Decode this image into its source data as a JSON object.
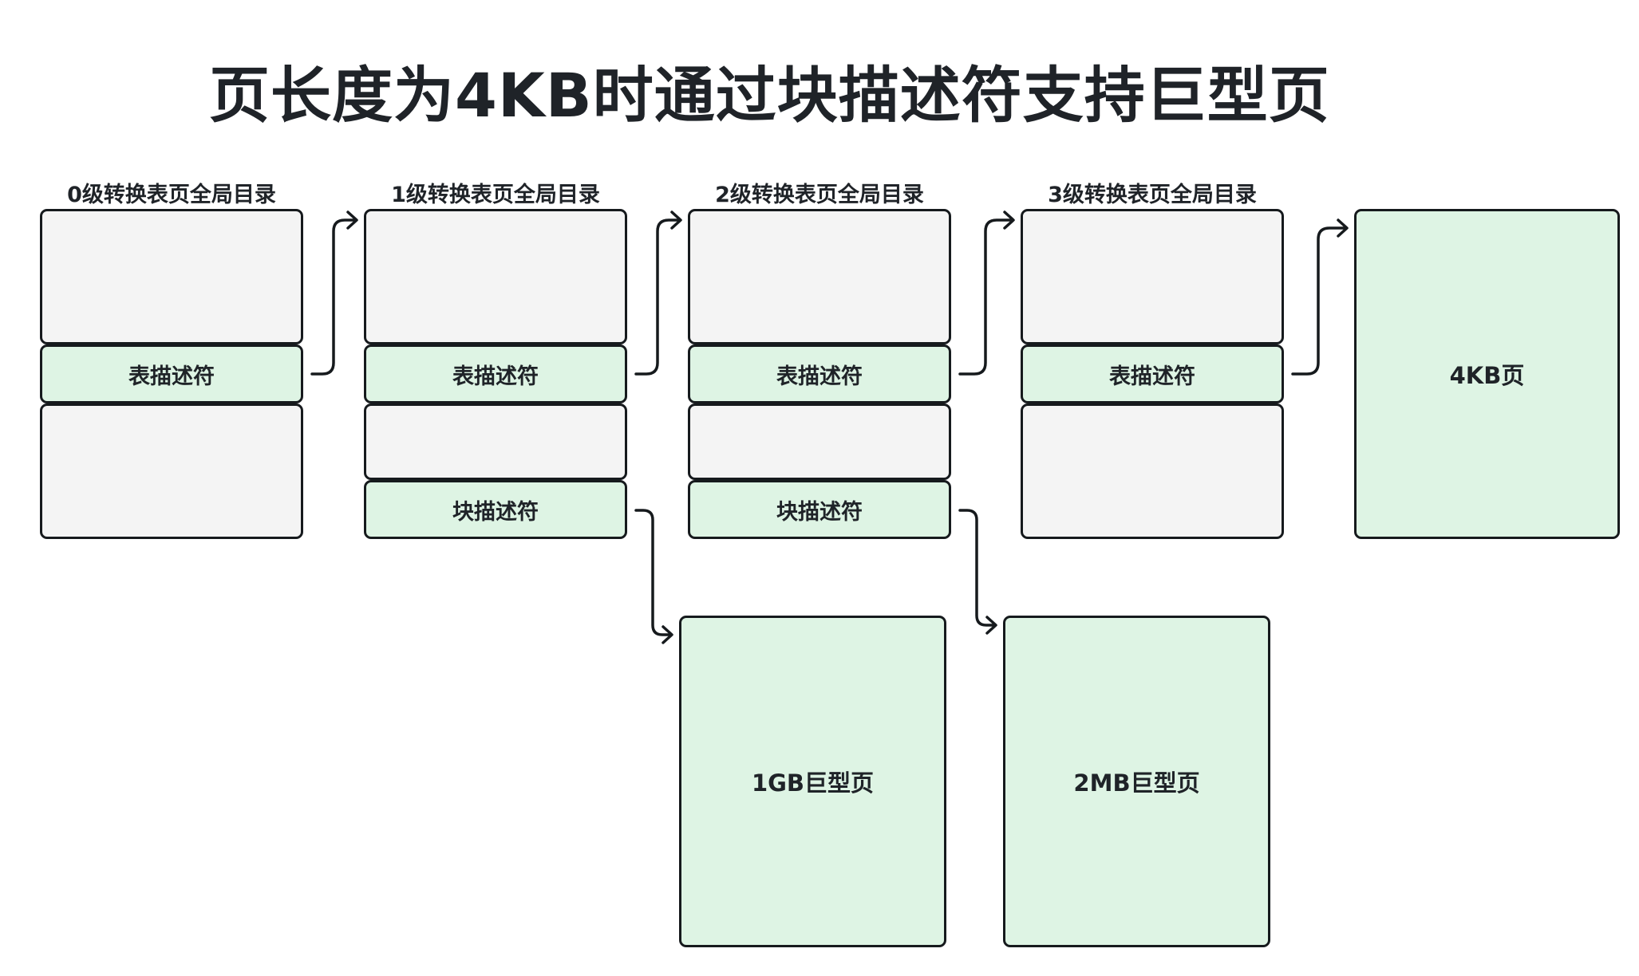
{
  "title": "页长度为4KB时通过块描述符支持巨型页",
  "levels": [
    {
      "label": "0级转换表页全局目录",
      "table_descriptor": "表描述符"
    },
    {
      "label": "1级转换表页全局目录",
      "table_descriptor": "表描述符",
      "block_descriptor": "块描述符"
    },
    {
      "label": "2级转换表页全局目录",
      "table_descriptor": "表描述符",
      "block_descriptor": "块描述符"
    },
    {
      "label": "3级转换表页全局目录",
      "table_descriptor": "表描述符"
    }
  ],
  "pages": {
    "page_4kb": "4KB页",
    "page_1gb": "1GB巨型页",
    "page_2mb": "2MB巨型页"
  },
  "colors": {
    "table_fill": "#f4f4f4",
    "descriptor_fill": "#def4e4",
    "stroke": "#161a1d"
  }
}
